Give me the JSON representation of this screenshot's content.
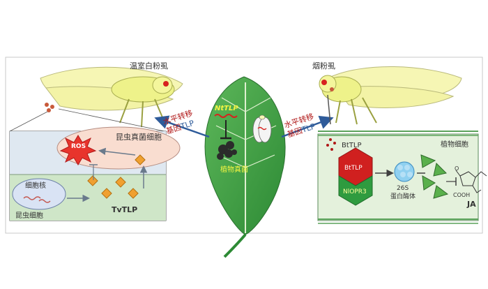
{
  "left_panel": {
    "species_label": "温室白粉虱",
    "fungal_cell_label": "昆虫真菌细胞",
    "ros_label": "ROS",
    "nucleus_label": "细胞核",
    "insect_cell_label": "昆虫细胞",
    "protein_label": "TvTLP"
  },
  "center_panel": {
    "gene_label": "NtTLP",
    "fungus_label": "植物真菌"
  },
  "transfer_label": {
    "line1": "水平转移",
    "line2_prefix": "基因",
    "line2_suffix": "TLP"
  },
  "right_panel": {
    "species_label": "烟粉虱",
    "protein_label": "BtTLP",
    "plant_cell_label": "植物细胞",
    "complex_top_label": "BtTLP",
    "complex_bottom_label": "NlOPR3",
    "proteasome_number": "26S",
    "proteasome_label": "蛋白酶体",
    "product_label": "JA",
    "cooh_label": "COOH",
    "ketone_label": "O"
  },
  "colors": {
    "leaf_green": "#3f9a3f",
    "insect_yellow": "#f6f6b4",
    "transfer_arrow": "#2e5b9a",
    "tlp_red": "#b01818",
    "complex_green": "#2f9b3f",
    "protein_orange": "#f0a030"
  }
}
